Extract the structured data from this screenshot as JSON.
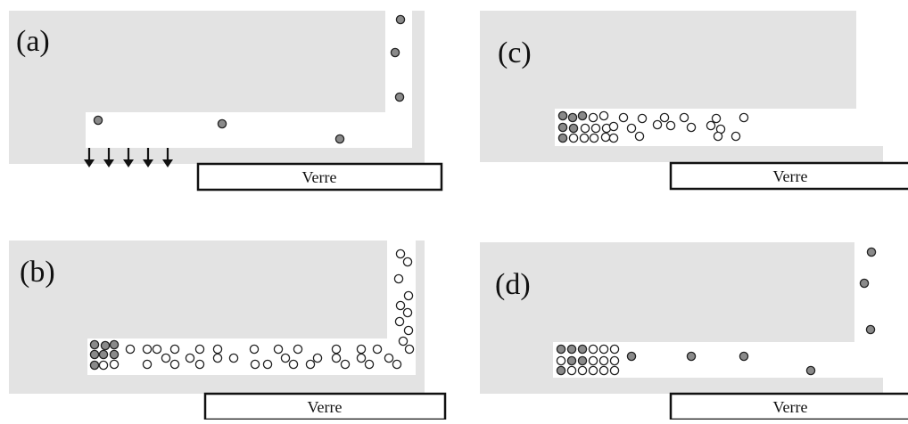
{
  "colors": {
    "background_block": "#e3e3e3",
    "channel": "#ffffff",
    "filled_particle": "#8a8a8a",
    "empty_particle": "#ffffff",
    "outline": "#222222"
  },
  "panels": [
    {
      "id": "a",
      "label": "(a)",
      "glass_label": "Verre",
      "arrows": 5,
      "particles": "sparse filled particles along horizontal and vertical channel"
    },
    {
      "id": "b",
      "label": "(b)",
      "glass_label": "Verre",
      "particles": "filled cluster at channel end followed by many empty particles filling channel"
    },
    {
      "id": "c",
      "label": "(c)",
      "glass_label": "Verre",
      "particles": "filled cluster with empty particles in horizontal channel only"
    },
    {
      "id": "d",
      "label": "(d)",
      "glass_label": "Verre",
      "particles": "filled and empty cluster with sparse filled particles along channel"
    }
  ]
}
